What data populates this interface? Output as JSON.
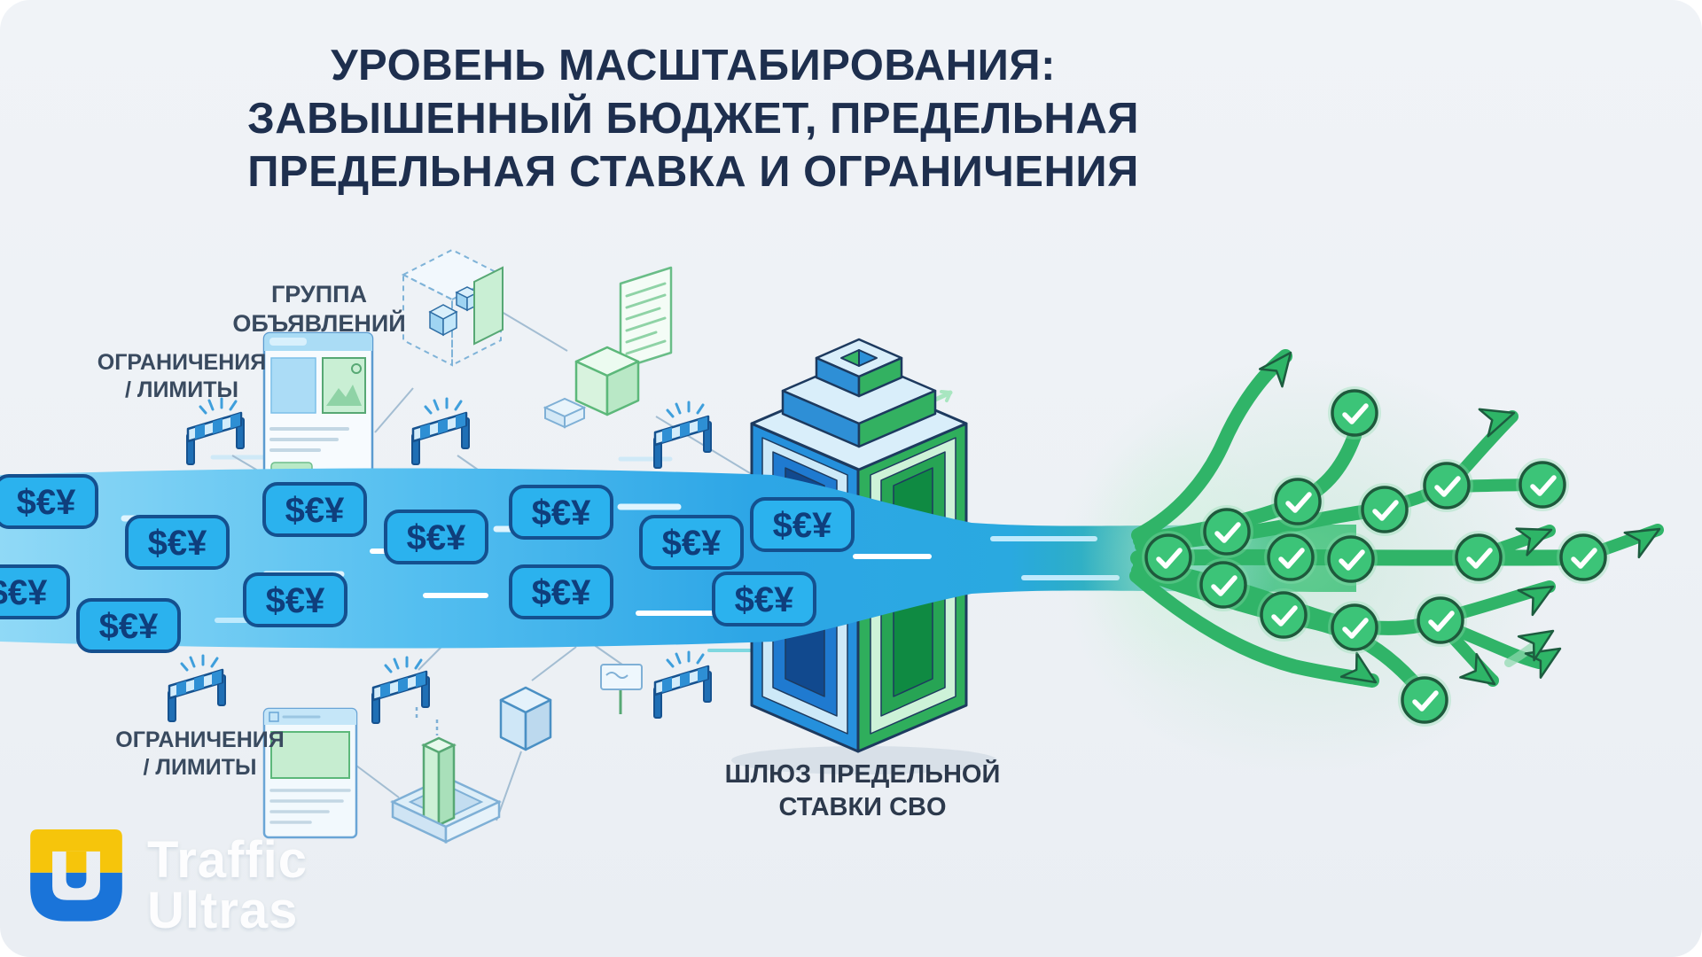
{
  "title": {
    "lines": [
      "УРОВЕНЬ МАСШТАБИРОВАНИЯ:",
      "ЗАВЫШЕННЫЙ БЮДЖЕТ, ПРЕДЕЛЬНАЯ",
      "ПРЕДЕЛЬНАЯ СТАВКА И ОГРАНИЧЕНИЯ"
    ]
  },
  "labels": {
    "ad_group": {
      "line1": "ГРУППА",
      "line2": "ОБЪЯВЛЕНИЙ"
    },
    "limits_top": {
      "line1": "ОГРАНИЧЕНИЯ",
      "line2": "/ ЛИМИТЫ"
    },
    "limits_bottom": {
      "line1": "ОГРАНИЧЕНИЯ",
      "line2": "/ ЛИМИТЫ"
    },
    "gateway": {
      "line1": "ШЛЮЗ ПРЕДЕЛЬНОЙ",
      "line2": "СТАВКИ CBO"
    }
  },
  "stream": {
    "badge_label": "$€¥",
    "badge_count": 12,
    "checkmark_count": 16,
    "barrier_count": 6
  },
  "branding": {
    "line1": "Traffic",
    "line2": "Ultras"
  },
  "colors": {
    "background": "#edf1f5",
    "title_text": "#1e2f4e",
    "label_text": "#394a5f",
    "badge_fill": "#2bb2ee",
    "badge_border": "#14508f",
    "stream_blue": "#3ab2ec",
    "gateway_blue": "#2590dc",
    "gateway_green": "#2fae5c",
    "branch_green": "#30b468",
    "check_fill": "#3cc478",
    "logo_yellow": "#f6c50b",
    "logo_blue": "#1a74d9"
  }
}
